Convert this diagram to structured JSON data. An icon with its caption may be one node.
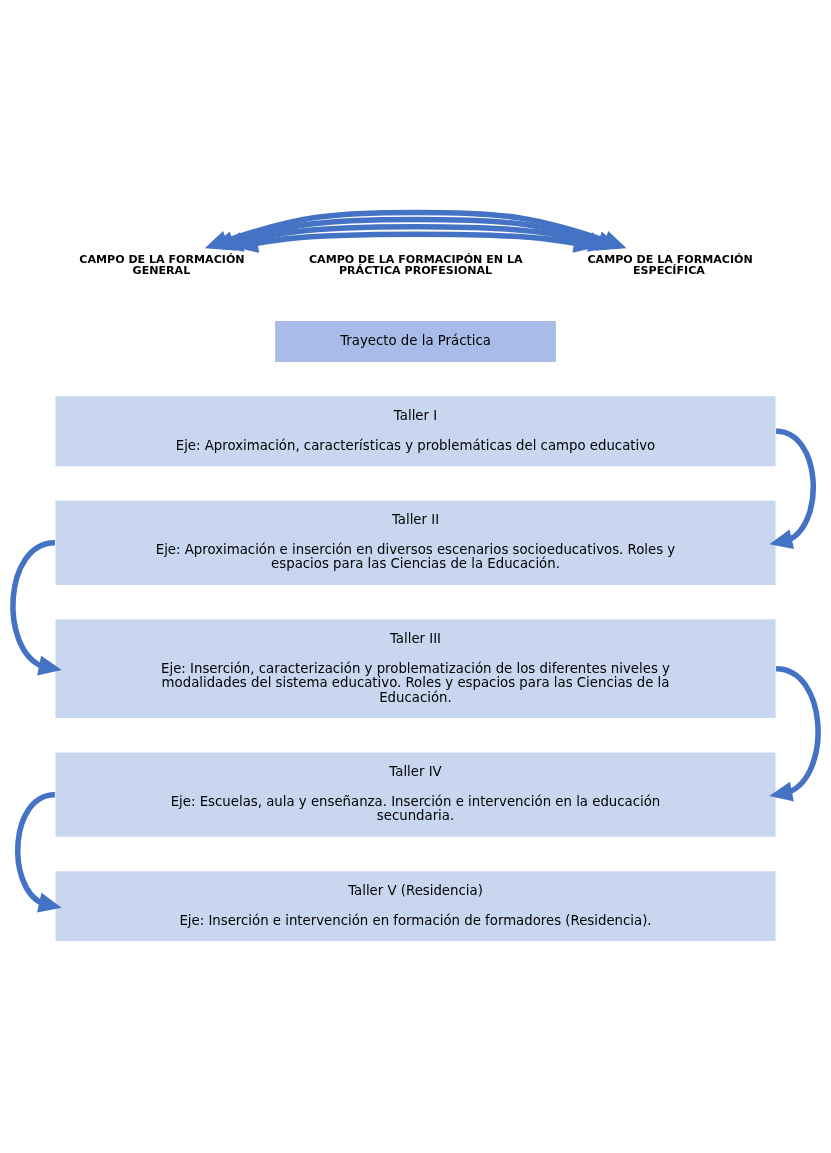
{
  "diagram": {
    "nodes": [
      {
        "text": [
          "CAMPO DE LA FORMACIÓN GENERAL"
        ]
      },
      {
        "text": [
          "CAMPO DE LA FORMACIPÓN EN LA PRÁCTICA PROFESIONAL"
        ]
      },
      {
        "text": [
          "CAMPO DE LA FORMACIÓN ESPECÍFICA"
        ]
      },
      {
        "text": [
          "Trayecto de la Práctica"
        ]
      },
      {
        "text": [
          "Taller I",
          "Eje: Aproximación, características y problemáticas del campo educativo"
        ]
      },
      {
        "text": [
          "Taller II",
          "Eje: Aproximación e inserción en diversos escenarios socioeducativos. Roles y espacios para las Ciencias de la Educación."
        ]
      },
      {
        "text": [
          "Taller III",
          "Eje: Inserción, caracterización y problematización de los diferentes niveles y modalidades del sistema educativo. Roles y espacios para las Ciencias de la Educación."
        ]
      },
      {
        "text": [
          "Taller IV",
          "Eje: Escuelas, aula y enseñanza. Inserción e intervención en la educación secundaria."
        ]
      },
      {
        "text": [
          "Taller V (Residencia)",
          "Eje: Inserción e intervención en formación de formadores (Residencia)."
        ]
      }
    ],
    "edges": [
      {
        "from": 4,
        "to": 5,
        "arrow": "to"
      },
      {
        "from": 0,
        "to": 2,
        "arrow": "both"
      },
      {
        "from": 5,
        "to": 6,
        "arrow": "to"
      },
      {
        "from": 0,
        "to": 2,
        "arrow": "both"
      },
      {
        "from": 6,
        "to": 7,
        "arrow": "to"
      },
      {
        "from": 0,
        "to": 2,
        "arrow": "both"
      },
      {
        "from": 7,
        "to": 8,
        "arrow": "to"
      },
      {
        "from": 0,
        "to": 2,
        "arrow": "both"
      }
    ]
  }
}
